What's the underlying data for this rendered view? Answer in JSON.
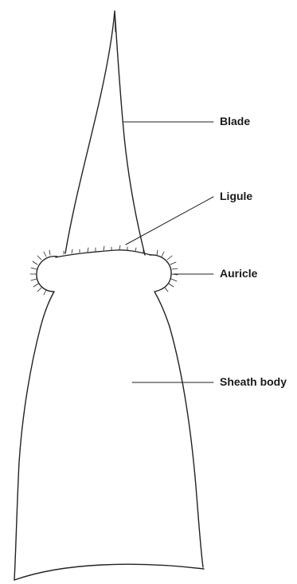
{
  "labels": {
    "blade": "Blade",
    "ligule": "Ligule",
    "auricle": "Auricle",
    "sheath_body": "Sheath body"
  }
}
